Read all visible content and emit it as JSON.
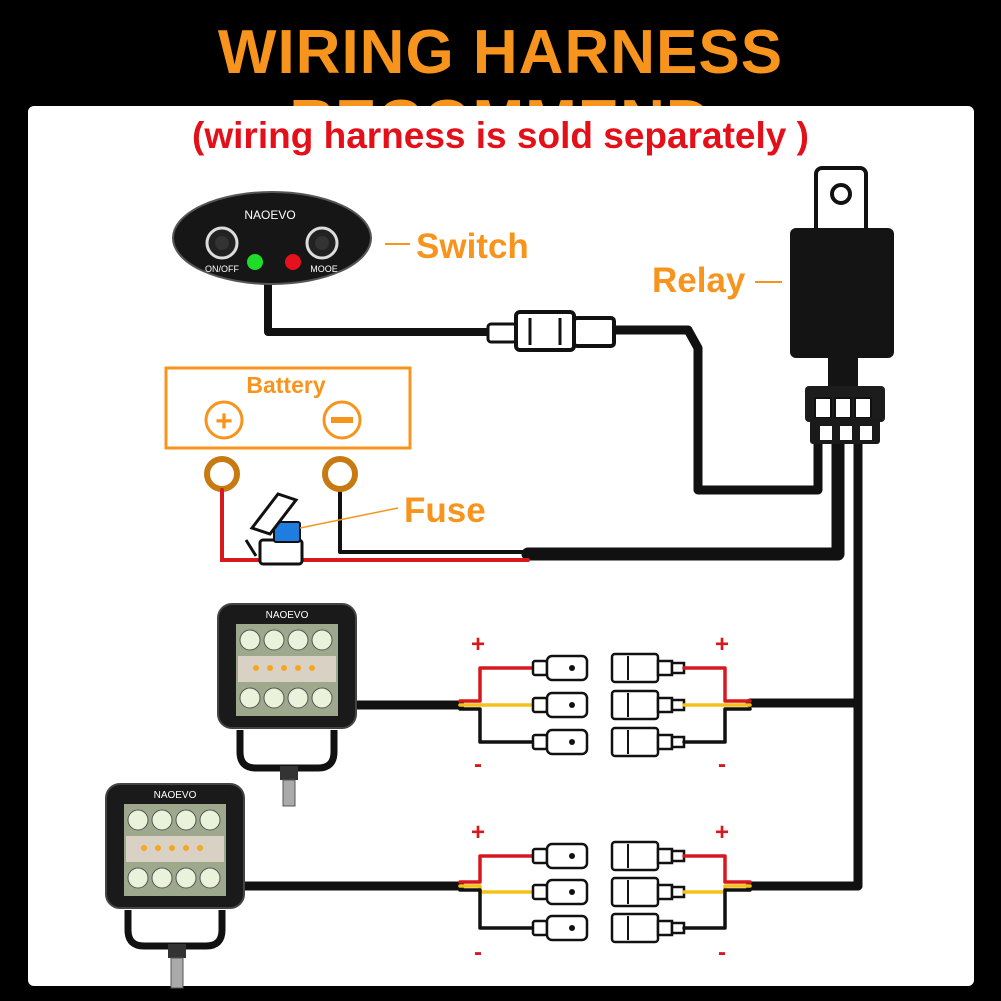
{
  "header": {
    "title": "WIRING HARNESS RECOMMEND",
    "subtitle": "(wiring harness is sold separately )"
  },
  "labels": {
    "switch": "Switch",
    "relay": "Relay",
    "battery": "Battery",
    "fuse": "Fuse"
  },
  "switch_panel": {
    "brand": "NAOEVO",
    "left_button": "ON/OFF",
    "right_button": "MOOE"
  },
  "lights": {
    "brand": "NAOEVO"
  },
  "polarity": {
    "plus": "+",
    "minus": "-"
  },
  "colors": {
    "accent_orange": "#f7941d",
    "subtitle_red": "#e3101a",
    "wire_black": "#111111",
    "wire_red": "#d7191f",
    "wire_yellow": "#f3c219"
  }
}
